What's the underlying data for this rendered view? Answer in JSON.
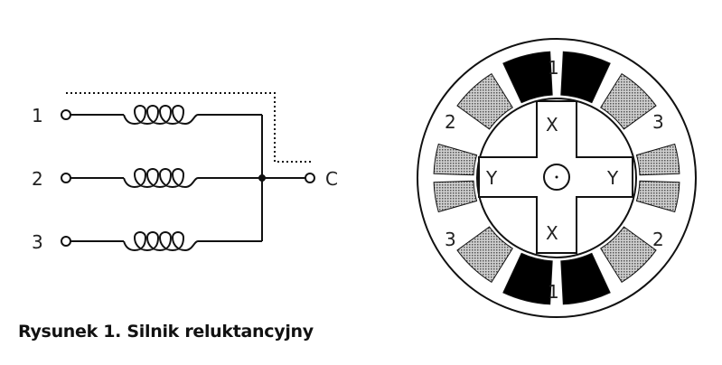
{
  "circuit": {
    "terminals": [
      "1",
      "2",
      "3"
    ],
    "common_label": "C"
  },
  "motor": {
    "stator_labels": {
      "top": "1",
      "bottom": "1",
      "upper_left": "2",
      "lower_right": "2",
      "upper_right": "3",
      "lower_left": "3"
    },
    "rotor_labels": {
      "top": "X",
      "bottom": "X",
      "left": "Y",
      "right": "Y"
    },
    "colors": {
      "phase1": "#000000",
      "other": "#9a9a9a"
    }
  },
  "caption": "Rysunek 1. Silnik reluktancyjny"
}
